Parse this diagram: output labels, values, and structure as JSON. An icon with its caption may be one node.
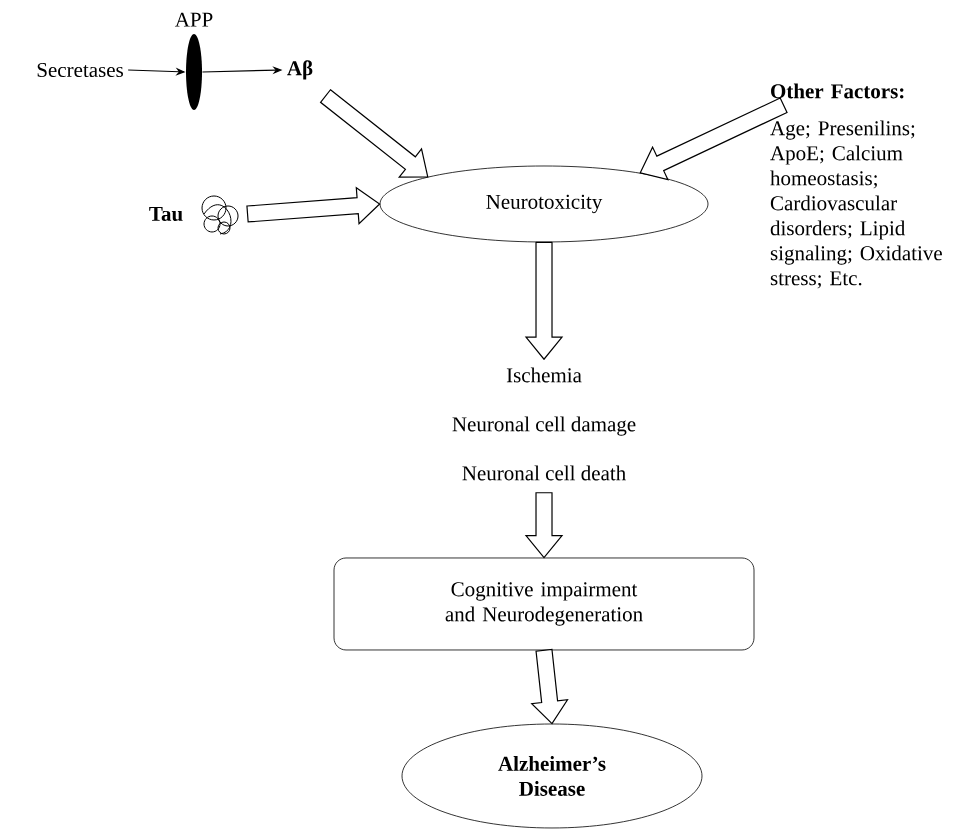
{
  "diagram": {
    "nodes": [
      {
        "text": [
          "Secretases"
        ]
      },
      {
        "text": [
          "APP"
        ]
      },
      {
        "text": [
          "Aβ"
        ]
      },
      {
        "text": [
          "Tau"
        ]
      },
      {
        "text": [
          "Other Factors:",
          "Age; Presenilins; ApoE; Calcium homeostasis; Cardiovascular disorders; Lipid signaling; Oxidative stress; Etc."
        ]
      },
      {
        "text": [
          "Neurotoxicity"
        ]
      },
      {
        "text": [
          "Ischemia",
          "Neuronal cell damage",
          "Neuronal cell death"
        ]
      },
      {
        "text": [
          "Cognitive impairment and Neurodegeneration"
        ]
      },
      {
        "text": [
          "Alzheimer’s Disease"
        ]
      }
    ],
    "edges": [
      {
        "from": 0,
        "to": 1,
        "arrow": "to"
      },
      {
        "from": 1,
        "to": 2,
        "arrow": "to"
      },
      {
        "from": 2,
        "to": 5,
        "arrow": "to",
        "style": "thick"
      },
      {
        "from": 3,
        "to": 5,
        "arrow": "to",
        "style": "thick"
      },
      {
        "from": 4,
        "to": 5,
        "arrow": "to",
        "style": "thick"
      },
      {
        "from": 5,
        "to": 6,
        "arrow": "to",
        "style": "thick"
      },
      {
        "from": 6,
        "to": 7,
        "arrow": "to",
        "style": "thick"
      },
      {
        "from": 7,
        "to": 8,
        "arrow": "to",
        "style": "thick"
      }
    ]
  }
}
